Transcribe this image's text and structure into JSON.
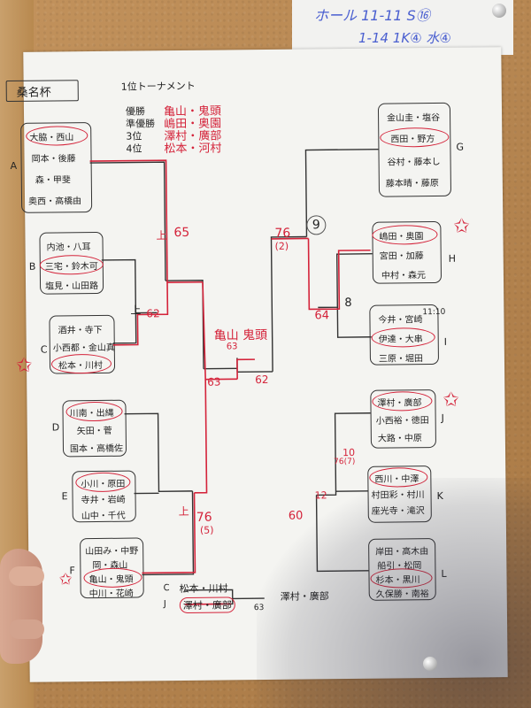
{
  "top_note": {
    "line1": "ホール 11-11 S⑯",
    "line2": "1-14 1K④ 水④"
  },
  "title": "桑名杯",
  "tournament": "1位トーナメント",
  "ranks": [
    {
      "label": "優勝",
      "value": "亀山・鬼頭"
    },
    {
      "label": "準優勝",
      "value": "嶋田・奥園"
    },
    {
      "label": "3位",
      "value": "澤村・廣部"
    },
    {
      "label": "4位",
      "value": "松本・河村"
    }
  ],
  "groups": {
    "A": [
      "大脇・西山",
      "岡本・後藤",
      "森・甲斐",
      "奥西・高橋由"
    ],
    "B": [
      "内池・八耳",
      "三宅・鈴木可",
      "塩見・山田路"
    ],
    "C": [
      "酒井・寺下",
      "小西都・金山真",
      "松本・川村"
    ],
    "D": [
      "川南・出縄",
      "矢田・菅",
      "国本・高橋佐"
    ],
    "E": [
      "小川・原田",
      "寺井・岩崎",
      "山中・千代"
    ],
    "F": [
      "山田み・中野",
      "岡・森山",
      "亀山・鬼頭",
      "中川・花崎"
    ],
    "G": [
      "金山圭・塩谷",
      "西田・野方",
      "谷村・藤本し",
      "藤本晴・藤原"
    ],
    "H": [
      "嶋田・奥園",
      "宮田・加藤",
      "中村・森元"
    ],
    "I": [
      "今井・宮崎",
      "伊達・大串",
      "三原・堀田"
    ],
    "J": [
      "澤村・廣部",
      "小西裕・徳田",
      "大路・中原"
    ],
    "K": [
      "西川・中澤",
      "村田彩・村川",
      "座光寺・滝沢"
    ],
    "L": [
      "岸田・高木由",
      "船引・松岡",
      "杉本・黒川",
      "久保勝・南裕"
    ]
  },
  "group_letters": [
    "A",
    "B",
    "C",
    "D",
    "E",
    "F",
    "G",
    "H",
    "I",
    "J",
    "K",
    "L"
  ],
  "scores": {
    "top_left": "65",
    "left_mid": "62",
    "final_left": "63",
    "final_right": "62",
    "center_score": "63",
    "champion": "亀山 鬼頭",
    "bottom_left": "76",
    "bottom_left_sub": "(5)",
    "top_right": "76",
    "top_right_sub": "(2)",
    "circle_nine": "9",
    "right_mid": "64",
    "eight": "8",
    "right_bottom": "60",
    "j_score": "76(7)",
    "ten": "10",
    "twelve": "12",
    "i_time": "11:10",
    "third_place_score": "63",
    "third_place_winner": "澤村・廣部",
    "third_c_team": "松本・川村",
    "third_j_team": "澤村・廣部",
    "up_labels": [
      "上",
      "上",
      "上"
    ]
  },
  "colors": {
    "ink": "#222222",
    "red": "#d4233a",
    "blue": "#4a5fd0",
    "paper": "#f4f4f1",
    "cork": "#b98a54"
  }
}
